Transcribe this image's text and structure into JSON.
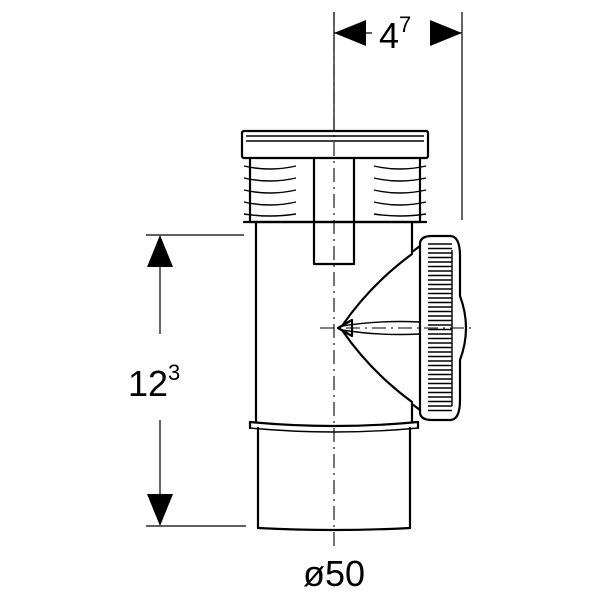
{
  "dimensions": {
    "top_offset": {
      "main": "4",
      "sup": "7"
    },
    "height": {
      "main": "12",
      "sup": "3"
    },
    "diameter": "ø50"
  }
}
